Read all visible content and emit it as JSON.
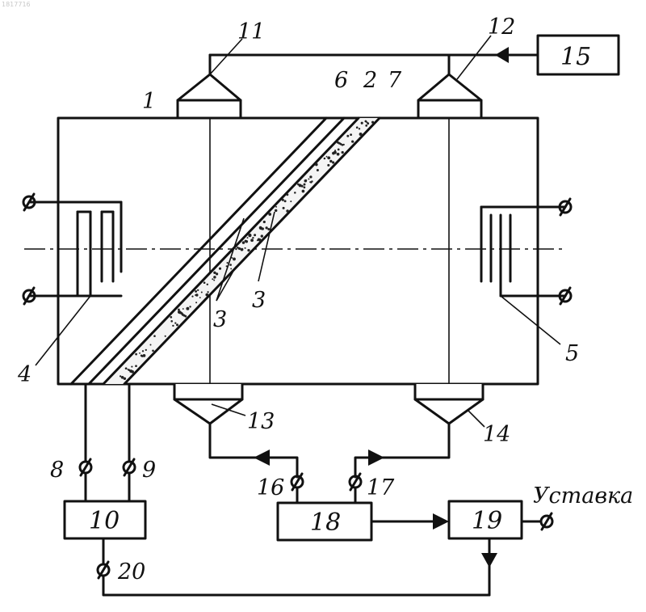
{
  "watermark": "1817716",
  "setpoint_label": "Уставка",
  "labels": {
    "n1": "1",
    "n2": "2",
    "n3a": "3",
    "n3b": "3",
    "n4": "4",
    "n5": "5",
    "n6": "6",
    "n7": "7",
    "n8": "8",
    "n9": "9",
    "n10": "10",
    "n11": "11",
    "n12": "12",
    "n13": "13",
    "n14": "14",
    "n15": "15",
    "n16": "16",
    "n17": "17",
    "n18": "18",
    "n19": "19",
    "n20": "20"
  }
}
